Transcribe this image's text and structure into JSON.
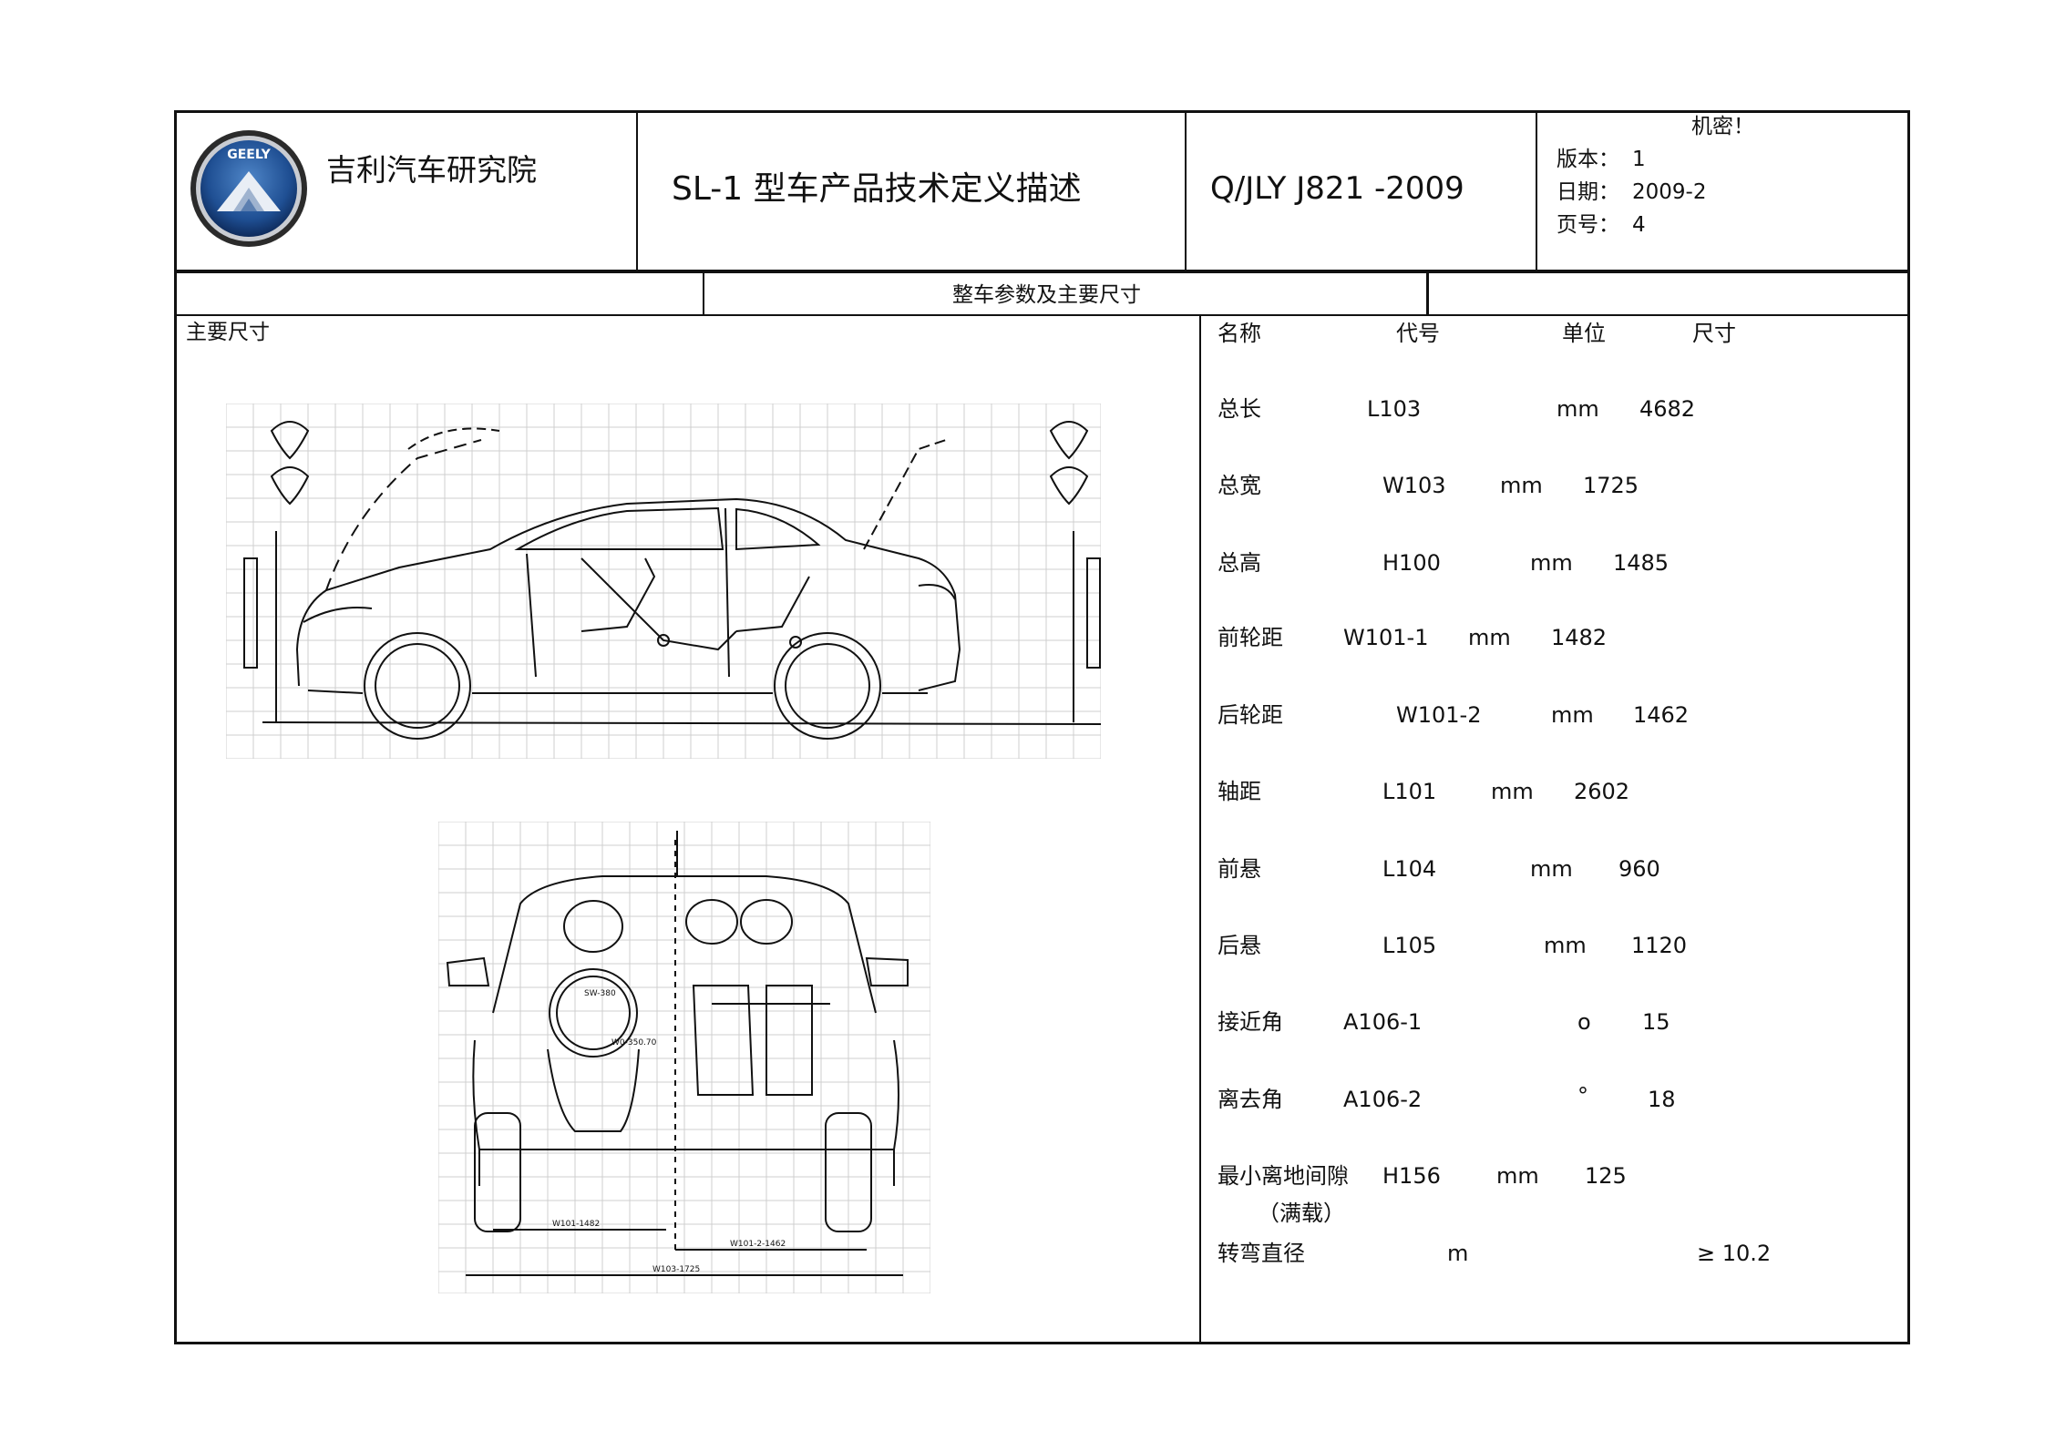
{
  "header": {
    "org_name": "吉利汽车研究院",
    "logo_text": "GEELY",
    "doc_title": "SL-1 型车产品技术定义描述",
    "doc_code": "Q/JLY J821 -2009",
    "confidential": "机密！",
    "version_label": "版本：",
    "version_value": "1",
    "date_label": "日期：",
    "date_value": "2009-2",
    "page_label": "页号：",
    "page_value": "4"
  },
  "section": {
    "title": "整车参数及主要尺寸",
    "left_label": "主要尺寸"
  },
  "spec_table": {
    "headers": [
      "名称",
      "代号",
      "单位",
      "尺寸"
    ],
    "rows": [
      {
        "name": "总长",
        "code": "L103",
        "unit": "mm",
        "value": "4682"
      },
      {
        "name": "总宽",
        "code": "W103",
        "unit": "mm",
        "value": "1725"
      },
      {
        "name": "总高",
        "code": "H100",
        "unit": "mm",
        "value": "1485"
      },
      {
        "name": "前轮距",
        "code": "W101-1",
        "unit": "mm",
        "value": "1482"
      },
      {
        "name": "后轮距",
        "code": "W101-2",
        "unit": "mm",
        "value": "1462"
      },
      {
        "name": "轴距",
        "code": "L101",
        "unit": "mm",
        "value": "2602"
      },
      {
        "name": "前悬",
        "code": "L104",
        "unit": "mm",
        "value": "960"
      },
      {
        "name": "后悬",
        "code": "L105",
        "unit": "mm",
        "value": "1120"
      },
      {
        "name": "接近角",
        "code": "A106-1",
        "unit": "o",
        "value": "15"
      },
      {
        "name": "离去角",
        "code": "A106-2",
        "unit": "°",
        "value": "18"
      },
      {
        "name": "最小离地间隙",
        "code": "H156",
        "unit": "mm",
        "value": "125",
        "note": "（满载）"
      },
      {
        "name": "转弯直径",
        "code": "",
        "unit": "m",
        "value": "≥ 10.2"
      }
    ]
  },
  "drawing_labels": {
    "seat_width": "SW-380",
    "seat_dim": "W0-350.70",
    "front_track": "W101-1482",
    "rear_track": "W101-2-1462",
    "overall_width": "W103-1725"
  }
}
